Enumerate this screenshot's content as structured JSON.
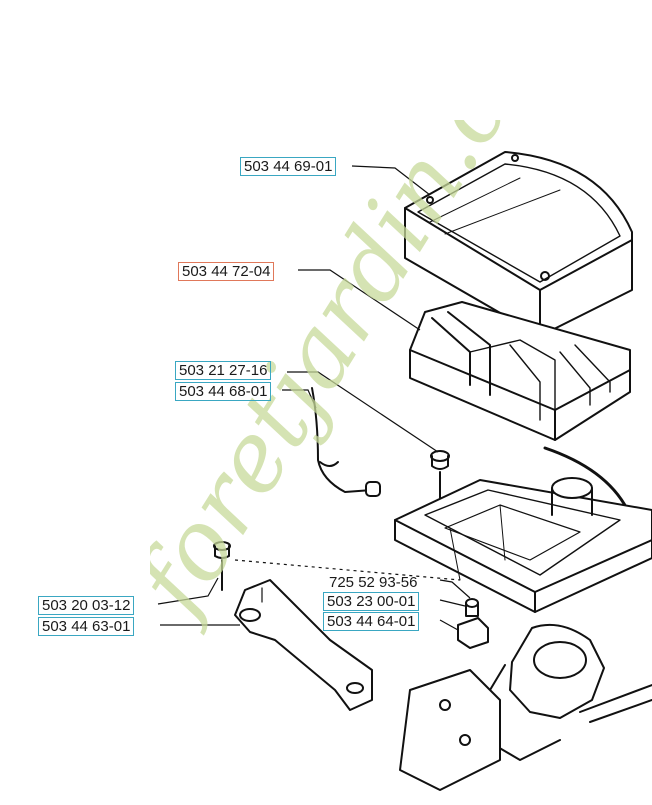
{
  "parts": [
    {
      "id": "air-filter-cover",
      "number": "503 44 69-01",
      "frame": "teal"
    },
    {
      "id": "air-filter",
      "number": "503 44 72-04",
      "frame": "orange"
    },
    {
      "id": "screw-a",
      "number": "503 21 27-16",
      "frame": "teal"
    },
    {
      "id": "wire-clip",
      "number": "503 44 68-01",
      "frame": "teal"
    },
    {
      "id": "screw-b",
      "number": "503 20 03-12",
      "frame": "teal"
    },
    {
      "id": "bracket",
      "number": "503 44 63-01",
      "frame": "teal"
    },
    {
      "id": "nut",
      "number": "725 52 93-56",
      "frame": "none"
    },
    {
      "id": "washer",
      "number": "503 23 00-01",
      "frame": "teal"
    },
    {
      "id": "clamp",
      "number": "503 44 64-01",
      "frame": "teal"
    }
  ],
  "watermark": {
    "text": "foretjardin.com",
    "color": "#c7d99a"
  }
}
